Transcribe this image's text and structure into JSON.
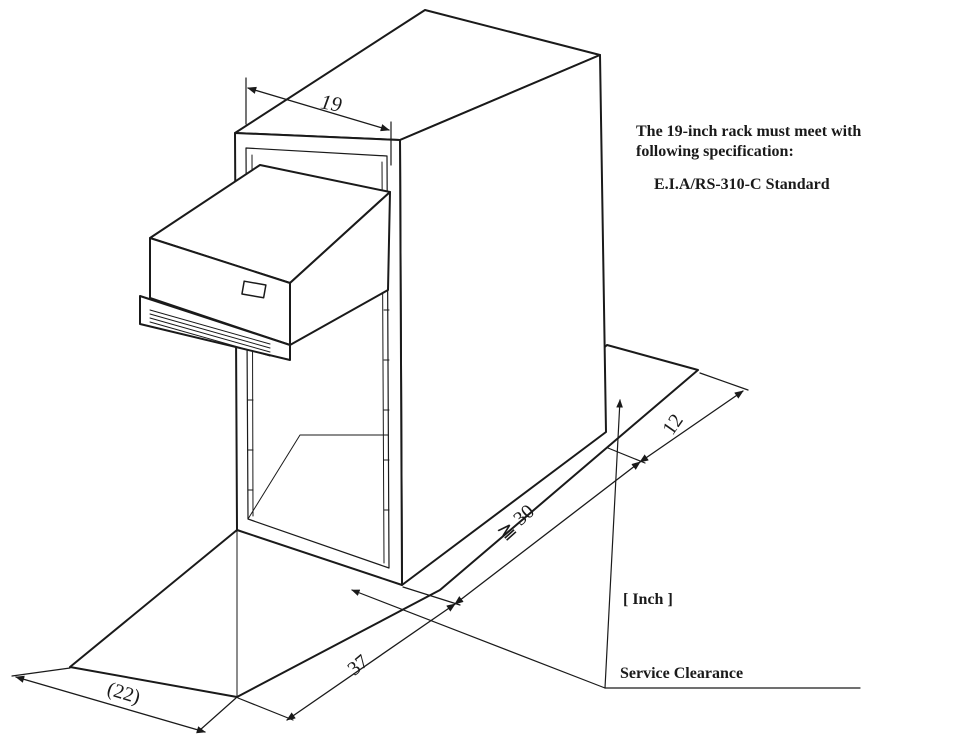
{
  "note": {
    "line1": "The 19-inch rack must meet with",
    "line2": "following specification:",
    "standard": "E.I.A/RS-310-C Standard"
  },
  "unit_label": "[ Inch ]",
  "service_clearance_label": "Service Clearance",
  "dimensions": {
    "rack_width": "19",
    "front_clearance": "12",
    "depth": "≧ 30",
    "rear_clearance": "37",
    "side_width": "(22)"
  },
  "colors": {
    "ink": "#1a1a1a",
    "paper": "#ffffff"
  }
}
